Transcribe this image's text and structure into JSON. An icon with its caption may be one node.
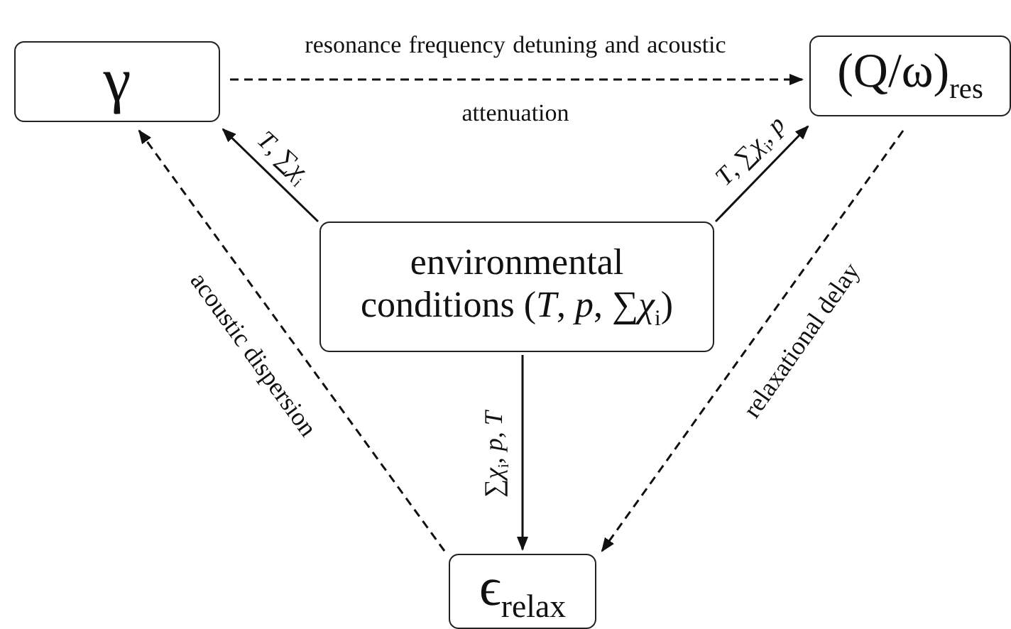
{
  "diagram": {
    "nodes": [
      {
        "text": [
          "γ"
        ]
      },
      {
        "text": [
          "(Q/ω)$_{res}$"
        ]
      },
      {
        "text": [
          "environmental conditions (*T*, *p*, ∑*χ*$_{i}$)"
        ]
      },
      {
        "text": [
          "ϵ$_{relax}$"
        ]
      }
    ],
    "edges": [
      {
        "from": 0,
        "to": 1,
        "arrow": "to",
        "style": "dashed",
        "label": "resonance frequency detuning and acoustic attenuation"
      },
      {
        "from": 2,
        "to": 0,
        "arrow": "to",
        "label": "*T*, ∑*χ*$_{i}$"
      },
      {
        "from": 2,
        "to": 1,
        "arrow": "to",
        "label": "*T*, ∑*χ*$_{i}$, *p*"
      },
      {
        "from": 3,
        "to": 0,
        "arrow": "to",
        "style": "dashed",
        "label": "acoustic dispersion"
      },
      {
        "from": 1,
        "to": 3,
        "arrow": "to",
        "style": "dashed",
        "label": "relaxational delay"
      },
      {
        "from": 2,
        "to": 3,
        "arrow": "to",
        "label": "∑*χ*$_{i}$, *p*, *T*"
      }
    ]
  }
}
